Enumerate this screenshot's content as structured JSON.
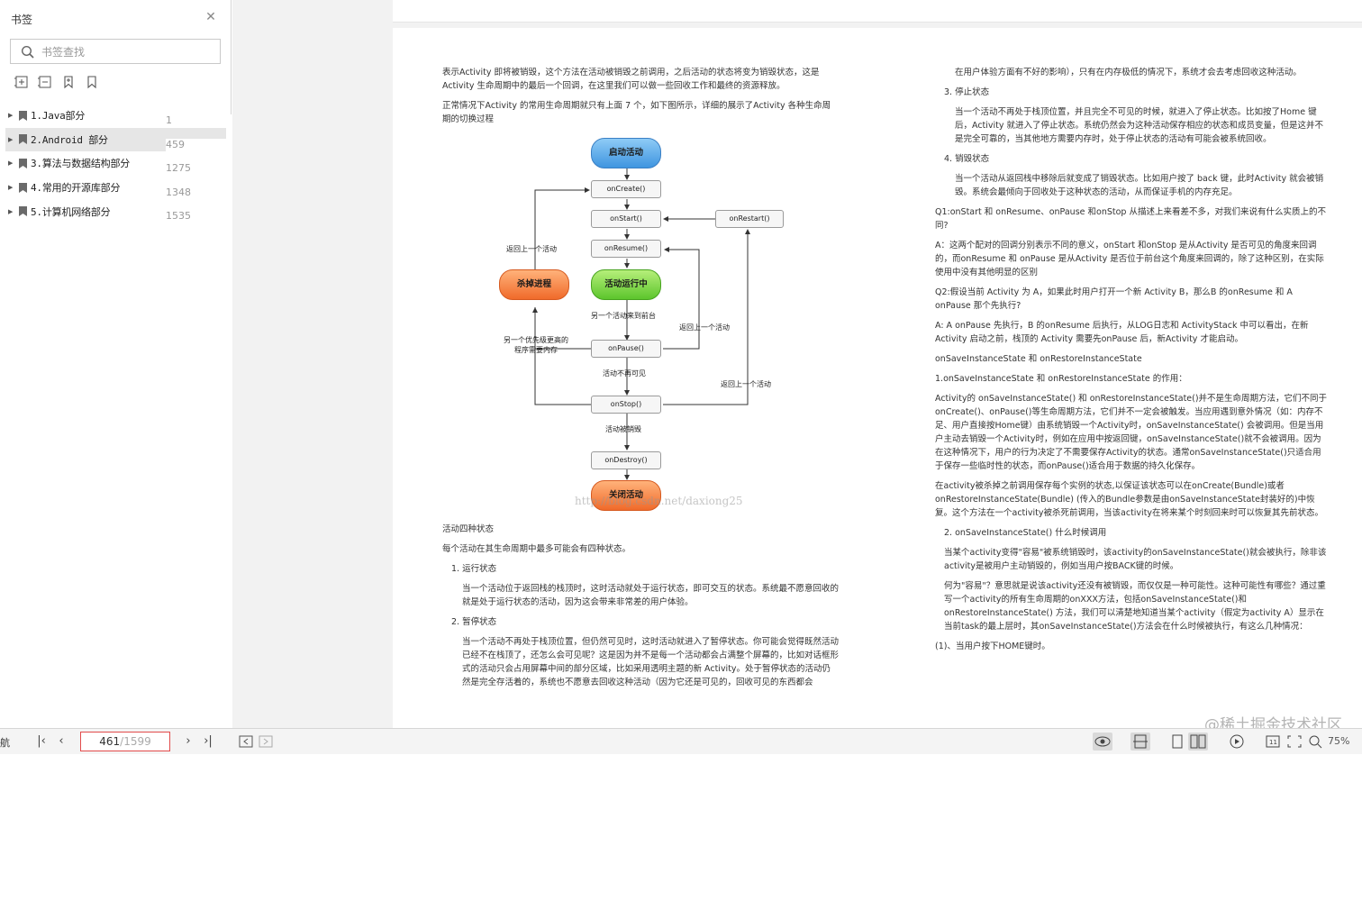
{
  "sidebar": {
    "title": "书签",
    "search_placeholder": "书签查找",
    "items": [
      {
        "label": "1.Java部分",
        "page": "1"
      },
      {
        "label": "2.Android 部分",
        "page": "459"
      },
      {
        "label": "3.算法与数据结构部分",
        "page": "1275"
      },
      {
        "label": "4.常用的开源库部分",
        "page": "1348"
      },
      {
        "label": "5.计算机网络部分",
        "page": "1535"
      }
    ]
  },
  "doc": {
    "left": {
      "p1": "表示Activity 即将被销毁，这个方法在活动被销毁之前调用，之后活动的状态将变为销毁状态，这是Activity 生命周期中的最后一个回调，在这里我们可以做一些回收工作和最终的资源释放。",
      "p2": "正常情况下Activity 的常用生命周期就只有上面 7 个，如下图所示，详细的展示了Activity 各种生命周期的切换过程",
      "states_title": "活动四种状态",
      "states_intro": "每个活动在其生命周期中最多可能会有四种状态。",
      "s1_title": "1.  运行状态",
      "s1_body": "当一个活动位于返回栈的栈顶时，这时活动就处于运行状态，即可交互的状态。系统最不愿意回收的就是处于运行状态的活动，因为这会带来非常差的用户体验。",
      "s2_title": "2.  暂停状态",
      "s2_body": "当一个活动不再处于栈顶位置，但仍然可见时，这时活动就进入了暂停状态。你可能会觉得既然活动已经不在栈顶了，还怎么会可见呢？这是因为并不是每一个活动都会占满整个屏幕的，比如对话框形式的活动只会占用屏幕中间的部分区域，比如采用透明主题的新 Activity。处于暂停状态的活动仍然是完全存活着的，系统也不愿意去回收这种活动（因为它还是可见的，回收可见的东西都会"
    },
    "diagram": {
      "start": "启动活动",
      "onCreate": "onCreate()",
      "onStart": "onStart()",
      "onRestart": "onRestart()",
      "onResume": "onResume()",
      "kill": "杀掉进程",
      "running": "活动运行中",
      "onPause": "onPause()",
      "onStop": "onStop()",
      "onDestroy": "onDestroy()",
      "stop": "关闭活动",
      "back1": "返回上一个活动",
      "back2": "返回上一个活动",
      "back3": "返回上一个活动",
      "another": "另一个活动来到前台",
      "priority": "另一个优先级更高的程序需要内存",
      "invisible": "活动不再可见",
      "destroyed": "活动被销毁",
      "watermark": "http://blog.csdn.net/daxiong25"
    },
    "right": {
      "r0": "在用户体验方面有不好的影响），只有在内存极低的情况下，系统才会去考虑回收这种活动。",
      "r3_title": "3.  停止状态",
      "r3_body": "当一个活动不再处于栈顶位置，并且完全不可见的时候，就进入了停止状态。比如按了Home 键后，Activity 就进入了停止状态。系统仍然会为这种活动保存相应的状态和成员变量，但是这并不是完全可靠的，当其他地方需要内存时，处于停止状态的活动有可能会被系统回收。",
      "r4_title": "4.  销毁状态",
      "r4_body": "当一个活动从返回栈中移除后就变成了销毁状态。比如用户按了 back 键，此时Activity 就会被销毁。系统会最倾向于回收处于这种状态的活动，从而保证手机的内存充足。",
      "q1": "Q1:onStart 和 onResume、onPause 和onStop 从描述上来看差不多，对我们来说有什么实质上的不同?",
      "a1": "A：这两个配对的回调分别表示不同的意义，onStart 和onStop 是从Activity 是否可见的角度来回调的，而onResume 和 onPause 是从Activity 是否位于前台这个角度来回调的，除了这种区别，在实际使用中没有其他明显的区别",
      "q2": "Q2:假设当前 Activity 为 A，如果此时用户打开一个新 Activity B，那么B 的onResume 和 A onPause 那个先执行?",
      "a2": "A: A onPause 先执行，B 的onResume 后执行，从LOG日志和 ActivityStack 中可以看出，在新 Activity 启动之前，栈顶的 Activity 需要先onPause 后，新Activity 才能启动。",
      "h1": "onSaveInstanceState 和 onRestoreInstanceState",
      "h2": "1.onSaveInstanceState 和 onRestoreInstanceState 的作用：",
      "p3": "Activity的 onSaveInstanceState() 和 onRestoreInstanceState()并不是生命周期方法，它们不同于onCreate()、onPause()等生命周期方法，它们并不一定会被触发。当应用遇到意外情况（如：内存不足、用户直接按Home键）由系统销毁一个Activity时，onSaveInstanceState() 会被调用。但是当用户主动去销毁一个Activity时，例如在应用中按返回键，onSaveInstanceState()就不会被调用。因为在这种情况下，用户的行为决定了不需要保存Activity的状态。通常onSaveInstanceState()只适合用于保存一些临时性的状态，而onPause()适合用于数据的持久化保存。",
      "p4": "在activity被杀掉之前调用保存每个实例的状态,以保证该状态可以在onCreate(Bundle)或者onRestoreInstanceState(Bundle) (传入的Bundle参数是由onSaveInstanceState封装好的)中恢复。这个方法在一个activity被杀死前调用，当该activity在将来某个时刻回来时可以恢复其先前状态。",
      "h3": "2.  onSaveInstanceState() 什么时候调用",
      "p5": "当某个activity变得\"容易\"被系统销毁时，该activity的onSaveInstanceState()就会被执行，除非该activity是被用户主动销毁的，例如当用户按BACK键的时候。",
      "p6": "何为\"容易\"？意思就是说该activity还没有被销毁，而仅仅是一种可能性。这种可能性有哪些？通过重写一个activity的所有生命周期的onXXX方法，包括onSaveInstanceState()和onRestoreInstanceState() 方法，我们可以清楚地知道当某个activity（假定为activity A）显示在当前task的最上层时，其onSaveInstanceState()方法会在什么时候被执行，有这么几种情况：",
      "p7": "(1)、当用户按下HOME键时。"
    },
    "brand_watermark": "@稀土掘金技术社区"
  },
  "bottombar": {
    "nav_label": "航",
    "current_page": "461",
    "total_pages": "/1599",
    "zoom": "75%"
  }
}
